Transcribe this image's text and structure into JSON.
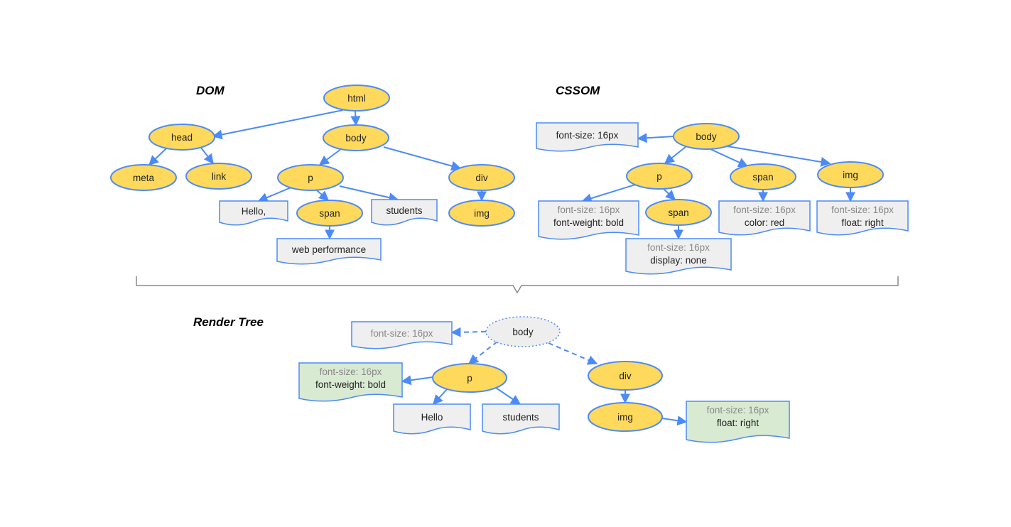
{
  "colors": {
    "node_fill": "#ffd95c",
    "node_stroke": "#4c8bf5",
    "edge": "#4c8bf5",
    "doc_fill": "#efefef",
    "doc_fill_green": "#d9ead3",
    "doc_stroke": "#4c8bf5",
    "muted_text": "#888888",
    "dashed_node_fill": "#eeeeee",
    "brace": "#888888"
  },
  "titles": {
    "dom": "DOM",
    "cssom": "CSSOM",
    "render_tree": "Render Tree"
  },
  "dom": {
    "html": "html",
    "head": "head",
    "body": "body",
    "meta": "meta",
    "link": "link",
    "p": "p",
    "div": "div",
    "hello": "Hello,",
    "span": "span",
    "students": "students",
    "img": "img",
    "web_performance": "web performance"
  },
  "cssom": {
    "body": "body",
    "body_style": "font-size: 16px",
    "p": "p",
    "span": "span",
    "img": "img",
    "p_style": [
      "font-size: 16px",
      "font-weight: bold"
    ],
    "p_span": "span",
    "span_style": [
      "font-size: 16px",
      "color: red"
    ],
    "img_style": [
      "font-size: 16px",
      "float: right"
    ],
    "p_span_style": [
      "font-size: 16px",
      "display: none"
    ]
  },
  "render": {
    "body": "body",
    "body_style": "font-size: 16px",
    "p": "p",
    "div": "div",
    "p_style": [
      "font-size: 16px",
      "font-weight: bold"
    ],
    "hello": "Hello",
    "students": "students",
    "img": "img",
    "img_style": [
      "font-size: 16px",
      "float: right"
    ]
  }
}
